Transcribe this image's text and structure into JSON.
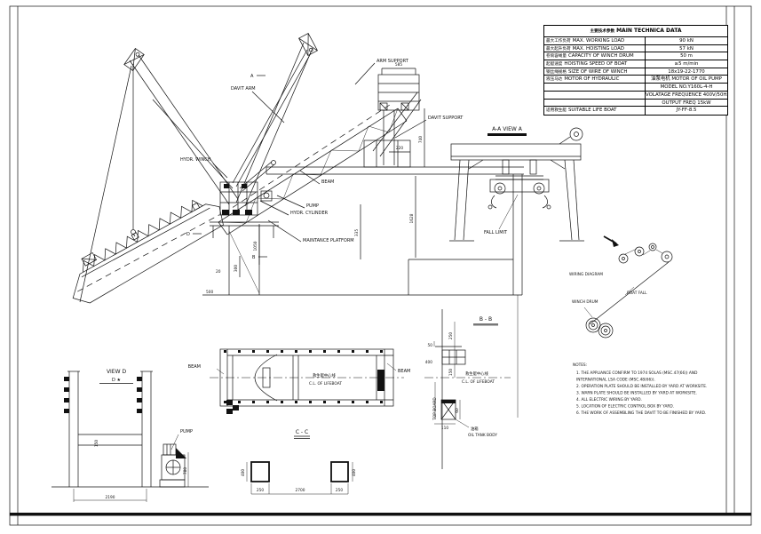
{
  "sheet": {
    "bg": "#ffffff",
    "ink": "#111111"
  },
  "table": {
    "title_cn": "主要技术参数",
    "title_en": "MAIN TECHNICA DATA",
    "rows": [
      {
        "cn": "最大工作负荷",
        "en": "MAX. WORKING LOAD",
        "val": "90 kN"
      },
      {
        "cn": "最大起升负荷",
        "en": "MAX. HOISTING LOAD",
        "val": "57 kN"
      },
      {
        "cn": "卷筒容绳量",
        "en": "CAPACITY OF WINCH DRUM",
        "val": "50 m"
      },
      {
        "cn": "起艇速度",
        "en": "HOISTING SPEED OF BOAT",
        "val": "≥5 m/min"
      },
      {
        "cn": "钢丝绳规格",
        "en": "SIZE OF WIRE OF WINCH",
        "val": "18x19-22-1770"
      },
      {
        "cn": "液压马达",
        "en": "MOTOR OF HYDRAULIC",
        "val": "油泵电机  MOTOR OF OIL PUMP"
      },
      {
        "cn": "",
        "en": "",
        "val": "MODEL NO.Y160L-4-H"
      },
      {
        "cn": "",
        "en": "",
        "val": "VOLATAGE FREQUENCE  400V/50Hz"
      },
      {
        "cn": "",
        "en": "",
        "val": "OUTPUT FREQ  15kW"
      },
      {
        "cn": "适用救生艇",
        "en": "SUITABLE LIFE BOAT",
        "val": "JY-FF-8.5"
      }
    ]
  },
  "labels": {
    "arm_support": "ARM SUPPORT",
    "davit_arm": "DAVIT ARM",
    "davit_support": "DAVIT SUPPORT",
    "hydr_winch": "HYDR. WINCH",
    "beam": "BEAM",
    "pump": "PUMP",
    "hydr_cylinder": "HYDR. CYLINDER",
    "maintance_platform": "MAINTANCE PLATFORM",
    "fall_limit": "FALL LIMIT",
    "wiring_diagram": "WIRING DIAGRAM",
    "boat_fall": "BOAT FALL",
    "winch_drum": "WINCH DRUM",
    "cl_cn": "救生艇中心线",
    "cl_en": "C.L. OF LIFEBOAT",
    "oil_cn": "油箱",
    "oil_en": "OIL TANK BODY",
    "top_board": "TOP BOARD"
  },
  "views": {
    "aa": "A-A  VIEW A",
    "d_title": "VIEW D",
    "d_sub": "D ★",
    "cc": "C - C",
    "bb": "B - B"
  },
  "markers": {
    "a": "A",
    "b": "B",
    "d": "D"
  },
  "dims": {
    "d585": "585",
    "d740": "740",
    "d220": "220",
    "d1628": "1628",
    "d335": "335",
    "d1050": "1050",
    "d300": "300",
    "d20": "20",
    "d500": "500",
    "d150": "150",
    "d780": "780",
    "d2190": "2190",
    "d250a": "250",
    "d2700": "2700",
    "d250b": "250",
    "d400a": "400",
    "d400b": "400",
    "d50": "50",
    "d400c": "400",
    "d250c": "250",
    "d150b": "150",
    "d60": "60",
    "d110": "110"
  },
  "notes": {
    "title": "NOTES:",
    "items": [
      "1. THE APPLIANCE CONFIRM TO 1974 SOLAS (MSC.47(66)) AND",
      "    INTERNATIONAL LSA CODE (MSC.48(66)).",
      "2. OPERATION PLATE  SHOULD BE INSTALLED BY YARD AT WORKSITE.",
      "3. WARN PLATE  SHOULD BE INSTALLED BY YARD AT WORKSITE.",
      "4. ALL ELECTRIC WIRING BY YARD.",
      "5. LOCATION OF ELECTRIC CONTROL BOX BY YARD.",
      "6. THE WORK OF ASSEMBLING THE DAVIT TO BE FINISHED BY YARD."
    ]
  }
}
